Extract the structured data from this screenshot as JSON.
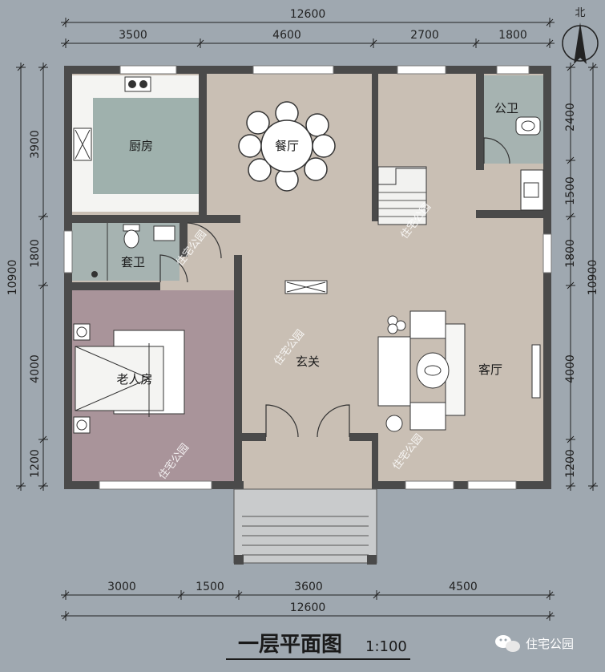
{
  "dimensions": {
    "top_total": "12600",
    "top_segments": [
      "3500",
      "4600",
      "2700",
      "1800"
    ],
    "bottom_segments": [
      "3000",
      "1500",
      "3600",
      "4500"
    ],
    "bottom_total": "12600",
    "left_segments": [
      "3900",
      "1800",
      "4000",
      "1200"
    ],
    "left_total": "10900",
    "right_segments": [
      "2400",
      "1500",
      "1800",
      "4000",
      "1200"
    ],
    "right_total": "10900"
  },
  "rooms": {
    "kitchen": "厨房",
    "dining": "餐厅",
    "public_bath": "公卫",
    "suite_bath": "套卫",
    "foyer": "玄关",
    "living": "客厅",
    "elder_room": "老人房"
  },
  "watermark": "住宅公园",
  "north_label": "北",
  "title": "一层平面图",
  "scale": "1:100",
  "brand": {
    "name": "住宅公园",
    "icon": "wechat-icon"
  },
  "colors": {
    "background": "#9fa8b0",
    "wall": "#4a4a4a",
    "kitchen_floor": "#9fb1ad",
    "living_floor": "#c9bfb4",
    "elder_floor": "#a9949a",
    "bath_floor": "#a6b3b1"
  }
}
